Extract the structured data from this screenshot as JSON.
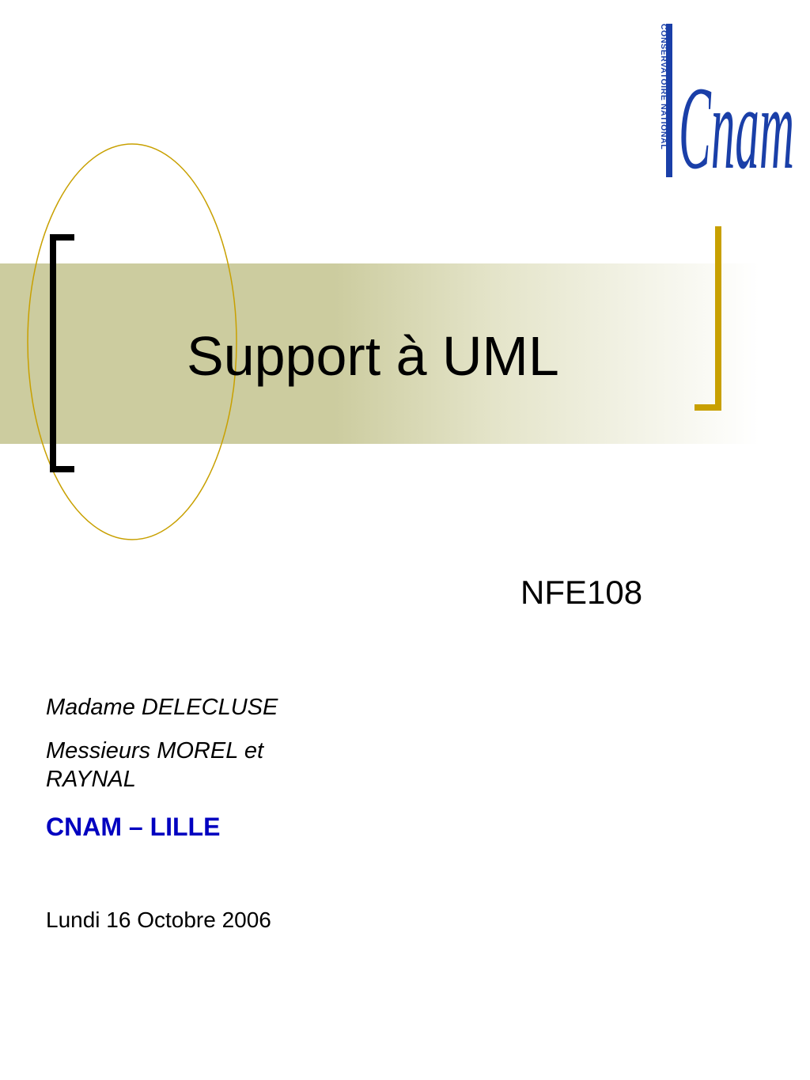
{
  "slide": {
    "title": "Support à UML",
    "course_code": "NFE108",
    "authors": [
      "Madame DELECLUSE",
      "Messieurs MOREL et",
      "RAYNAL"
    ],
    "institution": "CNAM – LILLE",
    "date": "Lundi 16 Octobre 2006"
  },
  "logo": {
    "wordmark": "Cnam",
    "vertical_text": "CONSERVATOIRE NATIONAL"
  },
  "colors": {
    "band": "#cccc9f",
    "oval_outline": "#c8a000",
    "left_bracket": "#000000",
    "right_bracket": "#c8a000",
    "institution_text": "#0000c0",
    "logo_blue": "#1a3fa8"
  }
}
